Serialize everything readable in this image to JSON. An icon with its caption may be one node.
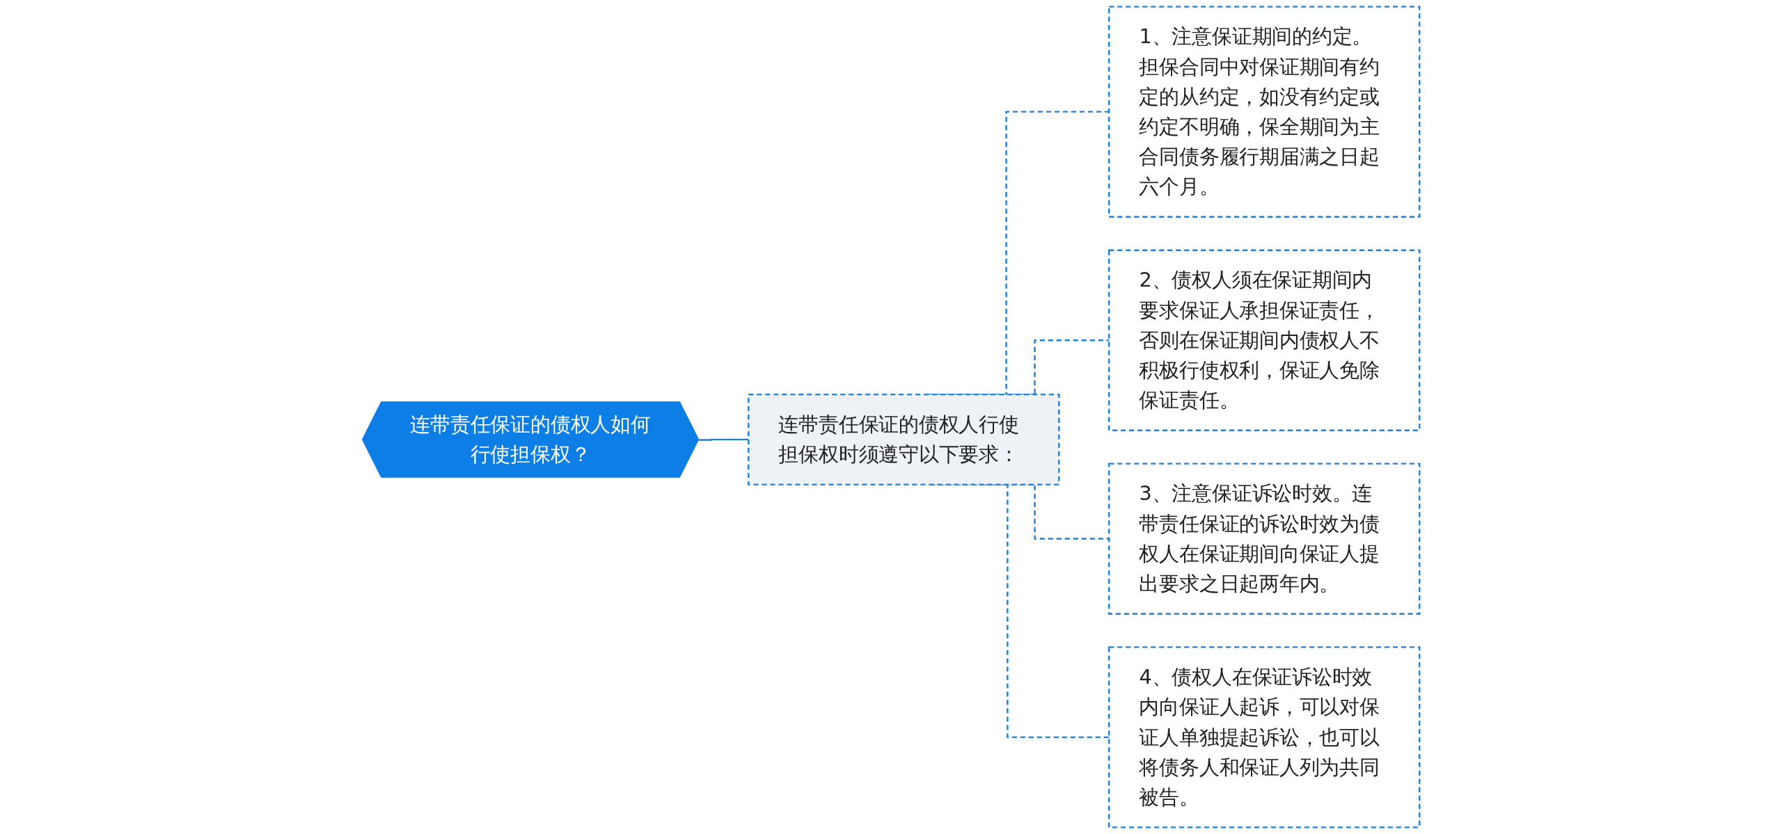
{
  "diagram": {
    "nodes": [
      {
        "text": [
          "连带责任保证的债权人如何行使担保权？"
        ]
      },
      {
        "text": [
          "连带责任保证的债权人行使担保权时须遵守以下要求："
        ]
      },
      {
        "text": [
          "1、注意保证期间的约定。担保合同中对保证期间有约定的从约定，如没有约定或约定不明确，保全期间为主合同债务履行期届满之日起六个月。"
        ]
      },
      {
        "text": [
          "2、债权人须在保证期间内要求保证人承担保证责任，否则在保证期间内债权人不积极行使权利，保证人免除保证责任。"
        ]
      },
      {
        "text": [
          "3、注意保证诉讼时效。连带责任保证的诉讼时效为债权人在保证期间向保证人提出要求之日起两年内。"
        ]
      },
      {
        "text": [
          "4、债权人在保证诉讼时效内向保证人起诉，可以对保证人单独提起诉讼，也可以将债务人和保证人列为共同被告。"
        ]
      }
    ],
    "edges": [
      {
        "from": 0,
        "to": 1,
        "arrow": "none"
      },
      {
        "from": 1,
        "to": 2,
        "arrow": "none",
        "style": "dashed"
      },
      {
        "from": 1,
        "to": 3,
        "arrow": "none",
        "style": "dashed"
      },
      {
        "from": 1,
        "to": 4,
        "arrow": "none",
        "style": "dashed"
      },
      {
        "from": 1,
        "to": 5,
        "arrow": "none",
        "style": "dashed"
      }
    ]
  }
}
